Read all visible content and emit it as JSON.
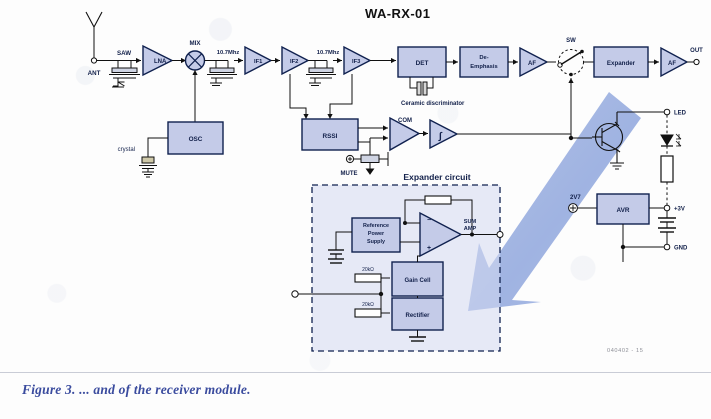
{
  "figure": {
    "title": "WA-RX-01",
    "caption": "Figure 3. ... and of the receiver module.",
    "ref_code": "040402 - 15"
  },
  "colors": {
    "block_fill": "#c4cbe8",
    "block_fill_light": "#d3d9f0",
    "block_stroke": "#10214f",
    "wire": "#1a1a1a",
    "arrow_highlight": "#8fa6dd",
    "caption_text": "#3a4b9e",
    "page_bg": "#fdfdfd"
  },
  "rf_chain": {
    "antenna_label": "ANT",
    "saw_label": "SAW",
    "lna_label": "LNA",
    "mixer_label": "MIX",
    "if1_filter_label": "10.7Mhz",
    "if1_label": "IF1",
    "if2_label": "IF2",
    "if2_filter_label": "10.7Mhz",
    "if3_label": "IF3",
    "det_label": "DET",
    "discriminator_label": "Ceramic discriminator",
    "deemphasis_label": "De-Emphasis",
    "af1_label": "AF",
    "switch_label": "SW",
    "expander_label": "Expander",
    "af2_label": "AF",
    "out_label": "OUT"
  },
  "oscillator": {
    "osc_label": "OSC",
    "crystal_label": "crystal"
  },
  "squelch": {
    "rssi_label": "RSSI",
    "comparator_label": "COM",
    "integrator_label": "∫",
    "mute_label": "MUTE"
  },
  "expander_circuit": {
    "title": "Expander circuit",
    "reference_supply_label": "Reference Power Supply",
    "sum_amp_label": "SUM AMP",
    "gain_cell_label": "Gain Cell",
    "rectifier_label": "Rectifier",
    "resistor_1_label": "20kΩ",
    "resistor_2_label": "20kΩ"
  },
  "power": {
    "input_label": "2V7",
    "regulator_label": "AVR",
    "rail_label": "+3V",
    "ground_label": "GND",
    "led_label": "LED"
  }
}
